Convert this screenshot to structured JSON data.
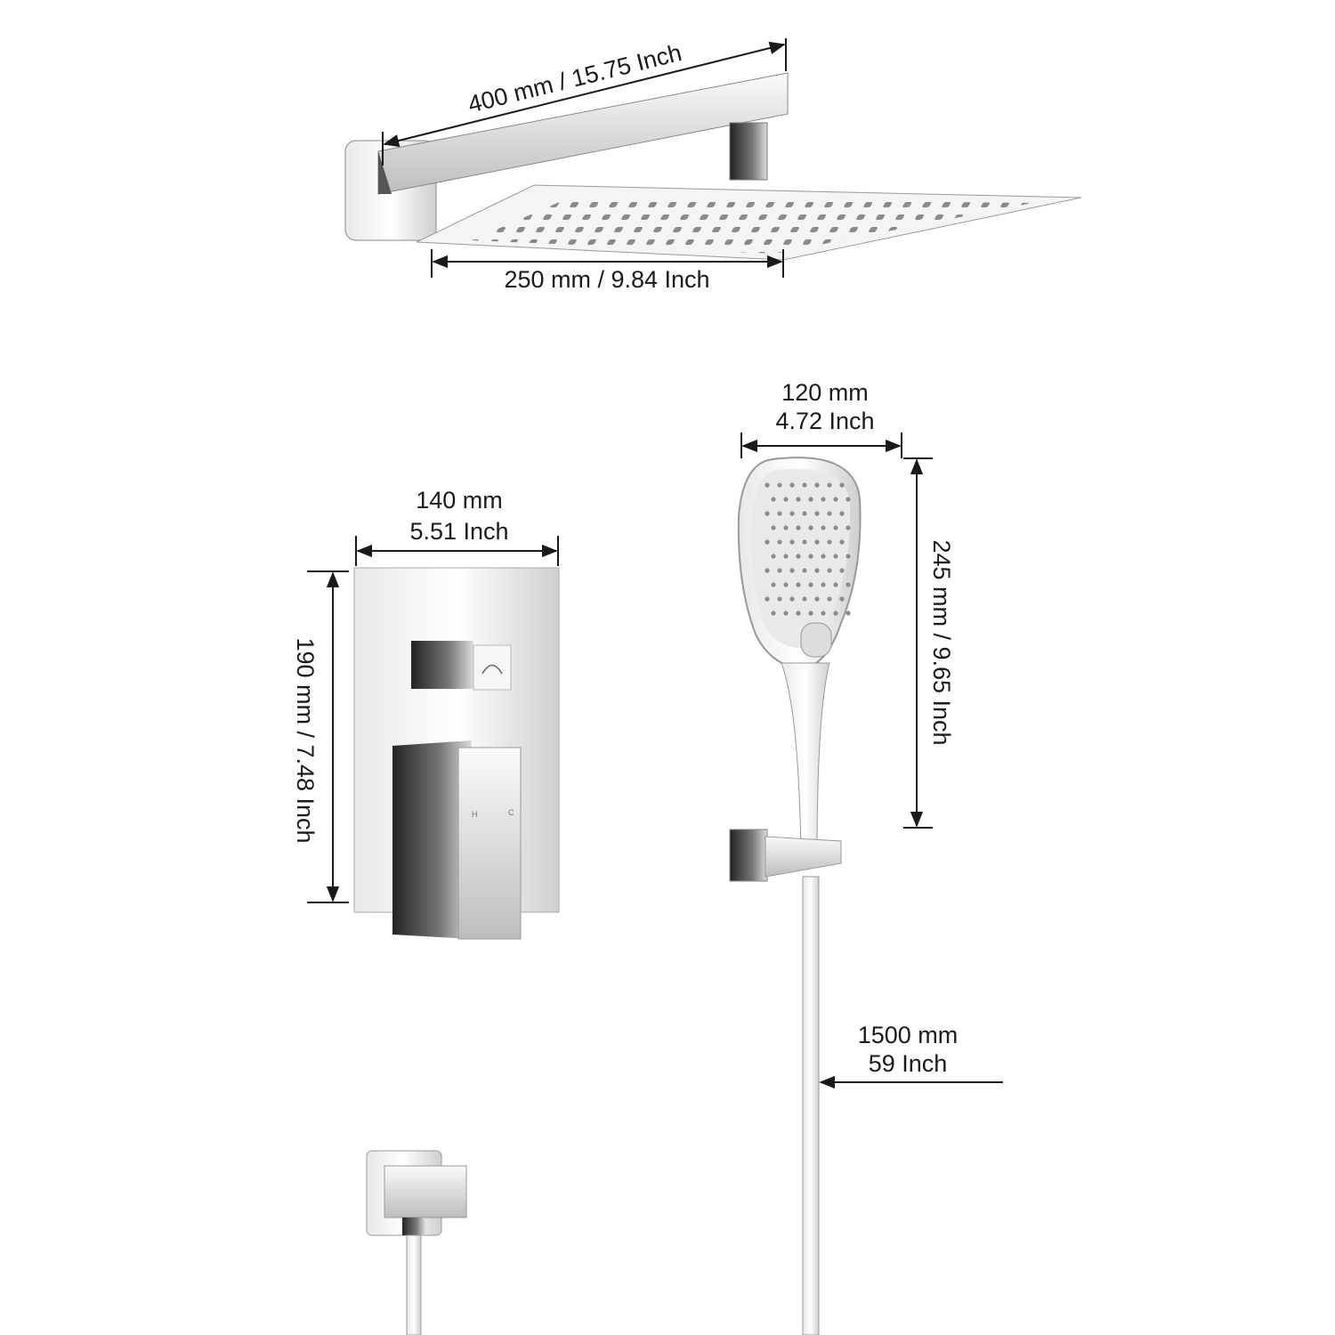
{
  "shower_head": {
    "arm_length_label": "400 mm / 15.75 Inch",
    "head_width_label": "250 mm / 9.84 Inch"
  },
  "valve": {
    "width_mm": "140 mm",
    "width_inch": "5.51 Inch",
    "height_label": "190 mm / 7.48 Inch",
    "hot_mark": "H",
    "cold_mark": "C"
  },
  "hand_shower": {
    "width_mm": "120 mm",
    "width_inch": "4.72 Inch",
    "length_label": "245 mm / 9.65 Inch"
  },
  "hose": {
    "length_mm": "1500 mm",
    "length_inch": "59 Inch"
  },
  "colors": {
    "chrome_light": "#f2f2f2",
    "chrome_dark": "#3a3a3a",
    "line": "#1a1a1a"
  }
}
